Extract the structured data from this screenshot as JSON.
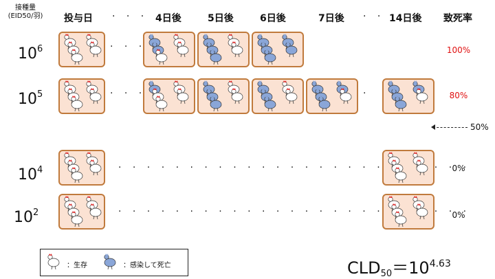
{
  "header": {
    "dose_label_line1": "接種量",
    "dose_label_line2": "(EID50/羽)",
    "day0": "投与日",
    "dots": "· · ·",
    "day4": "4日後",
    "day5": "5日後",
    "day6": "6日後",
    "day7": "7日後",
    "day14": "14日後",
    "mortality": "致死率"
  },
  "rows": [
    {
      "dose_base": "10",
      "dose_exp": "6",
      "mortality": "100%",
      "mortality_color": "#e01010"
    },
    {
      "dose_base": "10",
      "dose_exp": "5",
      "mortality": "80%",
      "mortality_color": "#e01010"
    },
    {
      "dose_base": "10",
      "dose_exp": "4",
      "mortality": "0%",
      "mortality_color": "#111111"
    },
    {
      "dose_base": "10",
      "dose_exp": "2",
      "mortality": "0%",
      "mortality_color": "#111111"
    }
  ],
  "marker_50": "50%",
  "legend": {
    "alive": "：生存",
    "dead": "：感染して死亡"
  },
  "result": {
    "prefix": "CLD",
    "sub": "50",
    "eq": "＝10",
    "exp": "4.63"
  },
  "colors": {
    "box_fill": "#fbe2d3",
    "box_border": "#c07a3c",
    "alive": "#ffffff",
    "dead": "#8aa6d8",
    "comb": "#e01818"
  },
  "boxes": {
    "row1": [
      {
        "dead": 0
      },
      {
        "dead": 2
      },
      {
        "dead": 3
      },
      {
        "dead": 5
      }
    ],
    "row2": [
      {
        "dead": 0
      },
      {
        "dead": 1
      },
      {
        "dead": 3
      },
      {
        "dead": 3
      },
      {
        "dead": 4
      },
      {
        "dead": 4
      }
    ],
    "row3": [
      {
        "dead": 0
      },
      {
        "dead": 0
      }
    ],
    "row4": [
      {
        "dead": 0
      },
      {
        "dead": 0
      }
    ]
  }
}
